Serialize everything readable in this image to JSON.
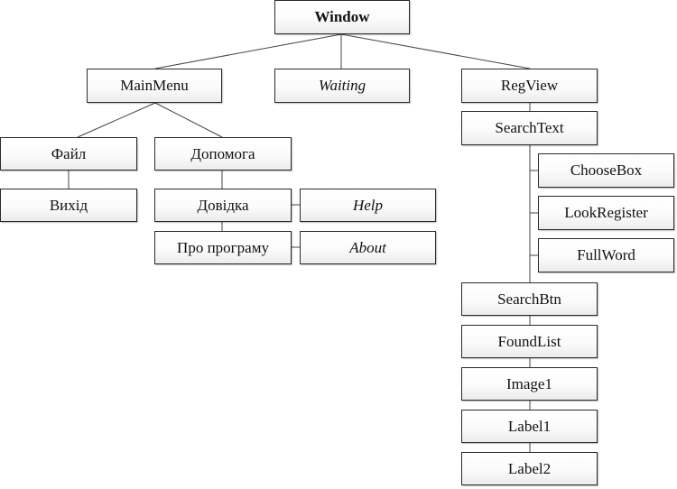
{
  "nodes": {
    "window": "Window",
    "mainmenu": "MainMenu",
    "waiting": "Waiting",
    "regview": "RegView",
    "file": "Файл",
    "help_menu": "Допомога",
    "exit": "Вихід",
    "reference": "Довідка",
    "help": "Help",
    "about_program": "Про програму",
    "about": "About",
    "searchtext": "SearchText",
    "choosebox": "ChooseBox",
    "lookregister": "LookRegister",
    "fullword": "FullWord",
    "searchbtn": "SearchBtn",
    "foundlist": "FoundList",
    "image1": "Image1",
    "label1": "Label1",
    "label2": "Label2"
  }
}
